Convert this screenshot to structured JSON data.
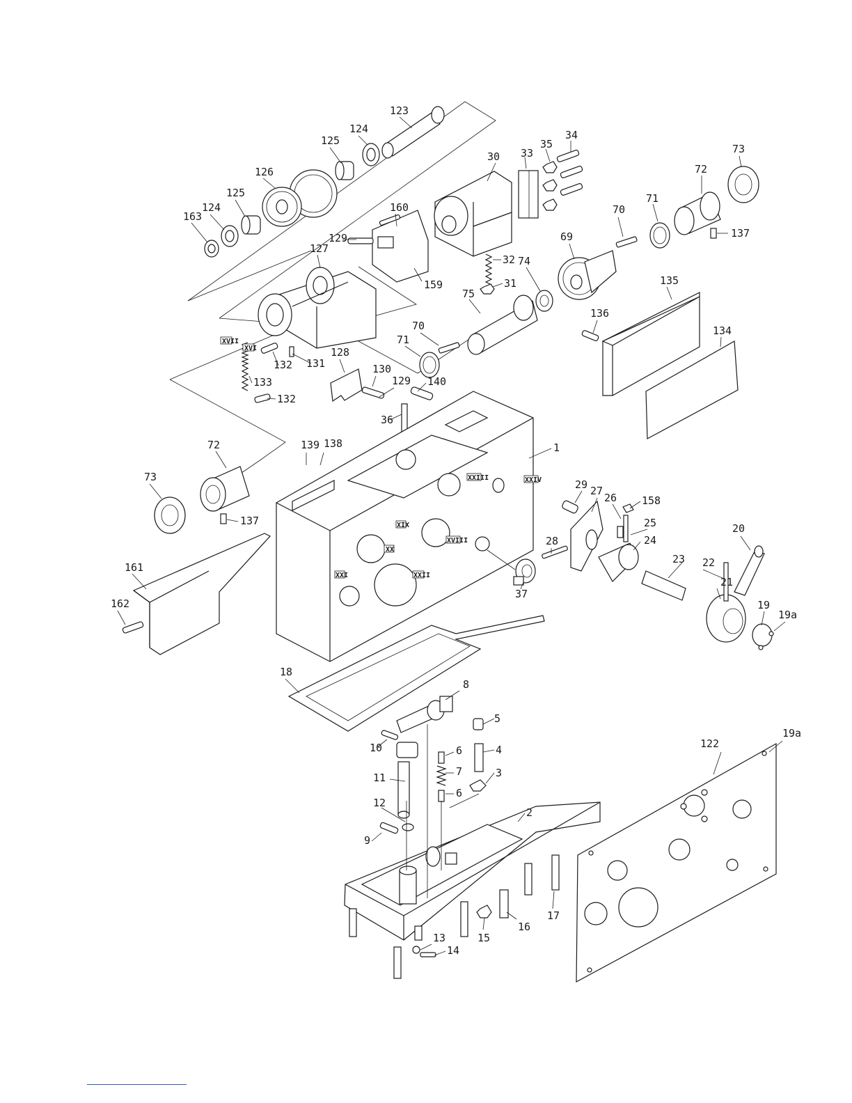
{
  "diagram": {
    "labels": [
      "1",
      "2",
      "3",
      "4",
      "5",
      "6",
      "6",
      "7",
      "8",
      "9",
      "10",
      "11",
      "12",
      "13",
      "14",
      "15",
      "16",
      "17",
      "18",
      "19",
      "19a",
      "19a",
      "20",
      "21",
      "22",
      "23",
      "24",
      "25",
      "26",
      "27",
      "28",
      "29",
      "30",
      "31",
      "32",
      "33",
      "34",
      "35",
      "36",
      "37",
      "69",
      "70",
      "70",
      "71",
      "71",
      "72",
      "72",
      "73",
      "73",
      "74",
      "75",
      "122",
      "123",
      "124",
      "124",
      "125",
      "125",
      "126",
      "127",
      "128",
      "129",
      "129",
      "130",
      "131",
      "132",
      "132",
      "133",
      "134",
      "135",
      "136",
      "137",
      "137",
      "138",
      "139",
      "140",
      "158",
      "159",
      "160",
      "161",
      "162",
      "163"
    ],
    "roman_labels": [
      "XVII",
      "XVI",
      "XXIII",
      "XXIV",
      "XIX",
      "XVIII",
      "XX",
      "XXI",
      "XXII"
    ]
  },
  "colors": {
    "ink": "#1a1a1a",
    "background": "#ffffff",
    "footer_rule": "#3355cc"
  }
}
